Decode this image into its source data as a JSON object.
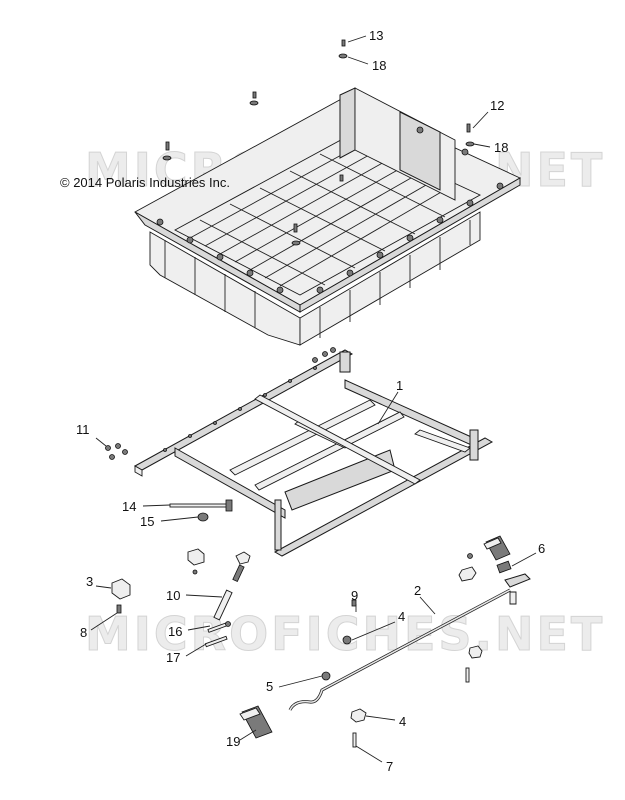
{
  "copyright": "© 2014 Polaris Industries Inc.",
  "watermark": "MICROFICHES.NET",
  "callouts": [
    {
      "id": "c13",
      "label": "13"
    },
    {
      "id": "c18a",
      "label": "18"
    },
    {
      "id": "c12",
      "label": "12"
    },
    {
      "id": "c18b",
      "label": "18"
    },
    {
      "id": "c1",
      "label": "1"
    },
    {
      "id": "c11",
      "label": "11"
    },
    {
      "id": "c14",
      "label": "14"
    },
    {
      "id": "c15",
      "label": "15"
    },
    {
      "id": "c6",
      "label": "6"
    },
    {
      "id": "c3",
      "label": "3"
    },
    {
      "id": "c2",
      "label": "2"
    },
    {
      "id": "c9",
      "label": "9"
    },
    {
      "id": "c10",
      "label": "10"
    },
    {
      "id": "c4a",
      "label": "4"
    },
    {
      "id": "c8",
      "label": "8"
    },
    {
      "id": "c16",
      "label": "16"
    },
    {
      "id": "c17",
      "label": "17"
    },
    {
      "id": "c5",
      "label": "5"
    },
    {
      "id": "c4b",
      "label": "4"
    },
    {
      "id": "c19",
      "label": "19"
    },
    {
      "id": "c7",
      "label": "7"
    }
  ],
  "colors": {
    "line": "#222222",
    "part_fill": "#d9d9d9",
    "watermark": "#ececec"
  }
}
